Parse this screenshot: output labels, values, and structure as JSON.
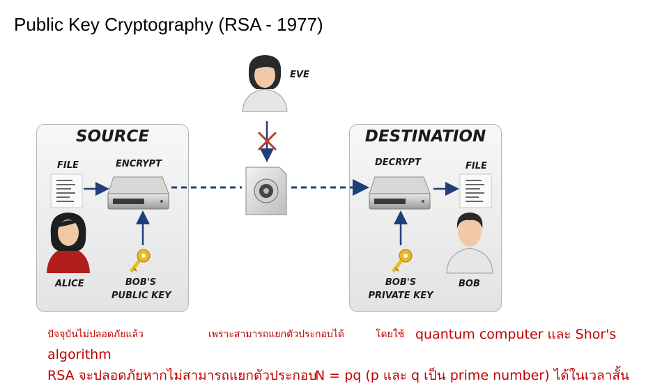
{
  "title": "Public Key Cryptography (RSA - 1977)",
  "source": {
    "heading": "SOURCE",
    "file_label": "FILE",
    "encrypt_label": "ENCRYPT",
    "person_label": "ALICE",
    "key_label_line1": "BOB'S",
    "key_label_line2": "PUBLIC KEY"
  },
  "destination": {
    "heading": "DESTINATION",
    "decrypt_label": "DECRYPT",
    "file_label": "FILE",
    "person_label": "BOB",
    "key_label_line1": "BOB'S",
    "key_label_line2": "PRIVATE KEY"
  },
  "eve_label": "EVE",
  "notes": {
    "line1_part1": "ปัจจุบันไม่ปลอดภัยแล้ว",
    "line1_part2": "เพราะสามารถแยกตัวประกอบได้",
    "line1_part3": "โดยใช้",
    "line1_part4": "quantum computer และ Shor's",
    "line2": "algorithm",
    "line3_part1": "RSA จะปลอดภัยหากไม่สามารถแยกตัวประกอบ",
    "line3_part2": "N = pq (p และ q เป็น prime number) ได้ในเวลาสั้น"
  },
  "colors": {
    "arrow": "#1f3f7a",
    "cross": "#c0392b",
    "note_text": "#c00000",
    "key": "#e8b923"
  }
}
